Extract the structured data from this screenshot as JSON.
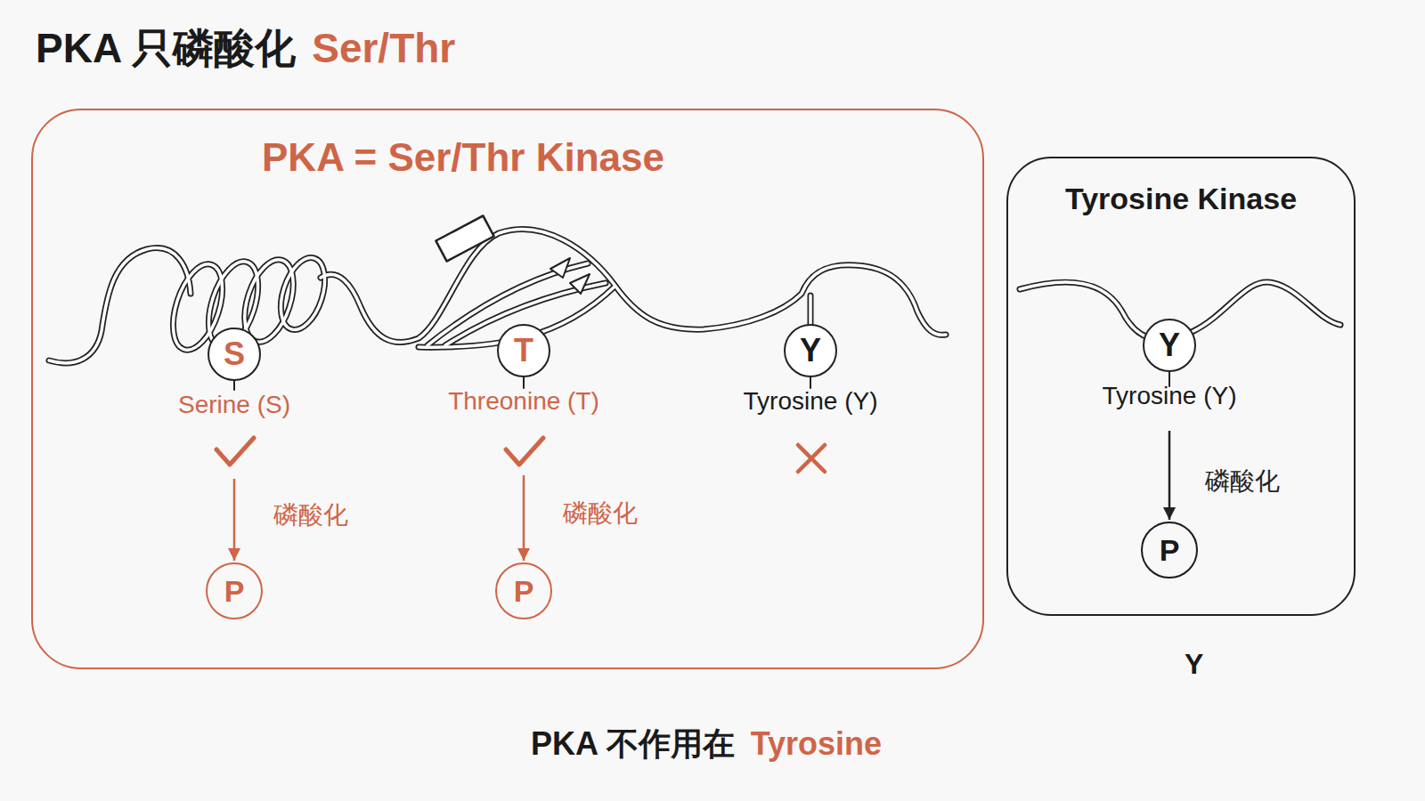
{
  "diagram": {
    "title": "PKA 只磷酸化",
    "caption": "PKA 不作用在",
    "nodes": [
      {
        "text": [
          "PKA = Ser/Thr Kinase"
        ]
      },
      {
        "text": [
          "S",
          "Serine (S)"
        ],
        "in": 0
      },
      {
        "text": [
          "P"
        ],
        "in": 0
      },
      {
        "text": [
          "T",
          "Threonine (T)"
        ],
        "in": 0
      },
      {
        "text": [
          "P"
        ],
        "in": 0
      },
      {
        "text": [
          "Y",
          "Tyrosine (Y)"
        ],
        "in": 0
      },
      {
        "text": [
          "Tyrosine Kinase"
        ]
      },
      {
        "text": [
          "Y",
          "Tyrosine (Y)"
        ],
        "in": 6
      },
      {
        "text": [
          "P"
        ],
        "in": 6
      }
    ],
    "edges": [
      {
        "from": 1,
        "to": 2,
        "arrow": "to",
        "label": "磷酸化"
      },
      {
        "from": 3,
        "to": 4,
        "arrow": "to",
        "label": "磷酸化"
      },
      {
        "from": 7,
        "to": 8,
        "arrow": "to",
        "label": "磷酸化"
      }
    ],
    "labels": [
      "Ser/Thr",
      "Tyrosine",
      "Y"
    ]
  }
}
